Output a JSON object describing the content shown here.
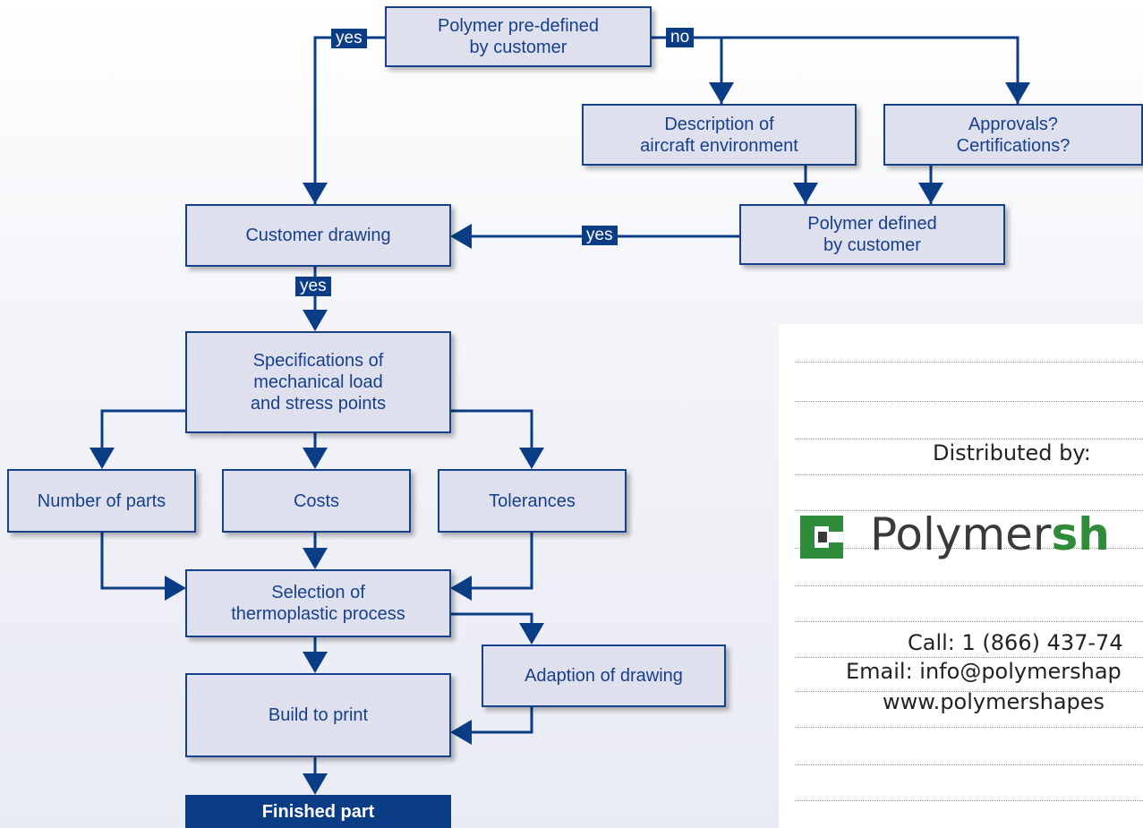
{
  "nodes": {
    "polymer_predefined": "Polymer pre-defined\nby customer",
    "description_env": "Description of\naircraft environment",
    "approvals": "Approvals?\nCertifications?",
    "customer_drawing": "Customer drawing",
    "polymer_defined": "Polymer defined\nby customer",
    "specifications": "Specifications of\nmechanical load\nand stress points",
    "number_parts": "Number of parts",
    "costs": "Costs",
    "tolerances": "Tolerances",
    "selection_process": "Selection of\nthermoplastic process",
    "adaption_drawing": "Adaption of drawing",
    "build_to_print": "Build to print",
    "finished_part": "Finished part"
  },
  "edge_labels": {
    "yes_top": "yes",
    "no_top": "no",
    "yes_middle": "yes",
    "yes_below_drawing": "yes"
  },
  "distributor": {
    "distributed_by": "Distributed by:",
    "logo_text_light": "Polymer",
    "logo_text_bold": "sh",
    "call": "Call: 1 (866) 437-74",
    "email": "Email: info@polymershap",
    "website": "www.polymershapes"
  },
  "colors": {
    "box_fill": "#dfe0ee",
    "line_blue": "#17408a",
    "dark_blue": "#0b3d86",
    "logo_green": "#2e8b3a"
  }
}
